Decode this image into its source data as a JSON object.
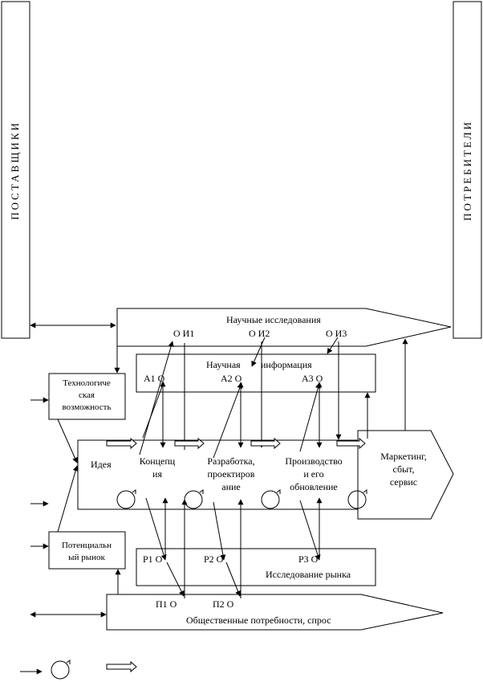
{
  "suppliers": "ПОСТАВЩИКИ",
  "consumers": "ПОТРЕБИТЕЛИ",
  "research": "Научные исследования",
  "research_points": [
    "О  И1",
    "О И2",
    "О И3"
  ],
  "info_left": "Научная",
  "info_right": "информация",
  "info_points": [
    "А1 О",
    "А2  О",
    "А3  О"
  ],
  "tech": [
    "Технологиче",
    "ская",
    "возможность"
  ],
  "potential": [
    "Потенциальн",
    "ый рынок"
  ],
  "stages": {
    "idea": "Идея",
    "concept": [
      "Концепц",
      "ия"
    ],
    "development": [
      "Разработка,",
      "проектиров",
      "ание"
    ],
    "production": [
      "Производство",
      "и его",
      "обновление"
    ],
    "marketing": [
      "Маркетинг,",
      "сбыт,",
      "сервис"
    ]
  },
  "market_points": [
    "Р1    О",
    "Р2  О",
    "Р3  О"
  ],
  "market_research": "Исследование рынка",
  "needs_points": [
    "П1   О",
    "П2   О"
  ],
  "needs": "Общественные потребности, спрос"
}
